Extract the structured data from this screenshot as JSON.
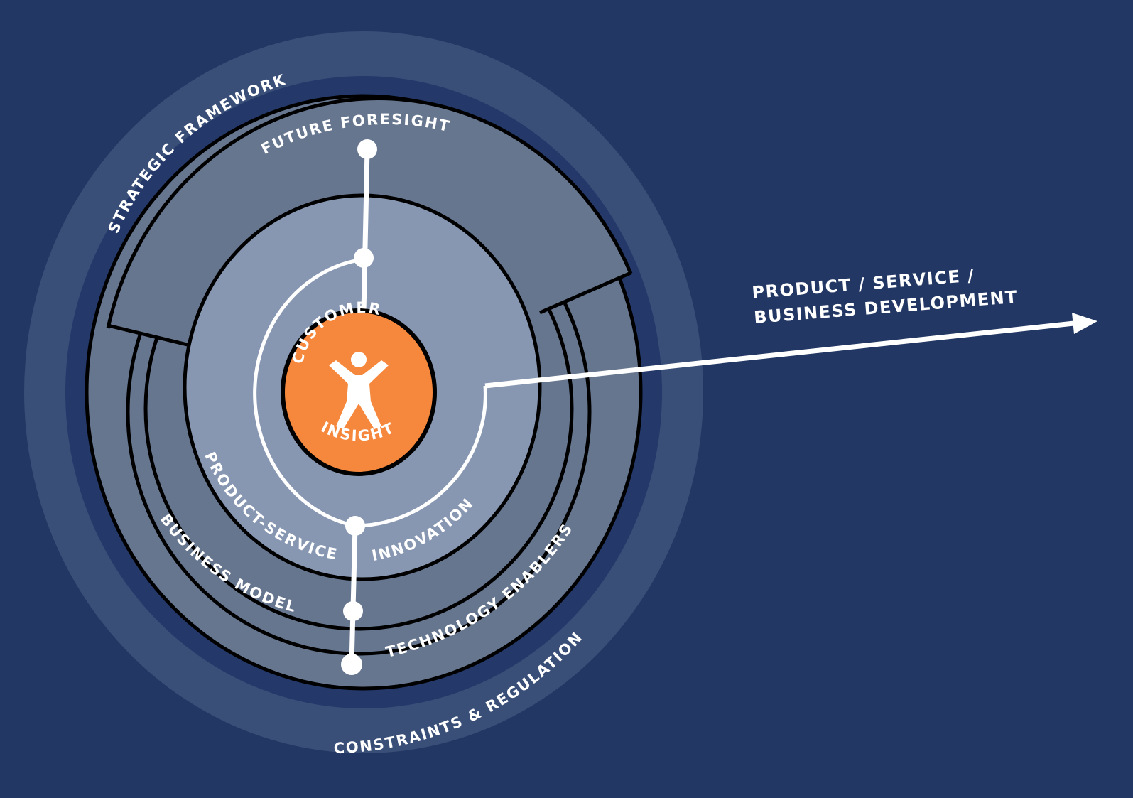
{
  "colors": {
    "background": "#223763",
    "halo": "#3a4f78",
    "dark_band": "#24396a",
    "outer_rings": "#66768f",
    "inner_disc": "#8797b2",
    "outline": "#000000",
    "center": "#f5883c",
    "line": "#ffffff"
  },
  "labels": {
    "strategic_framework": "STRATEGIC FRAMEWORK",
    "future_foresight": "FUTURE FORESIGHT",
    "customer": "CUSTOMER",
    "insight": "INSIGHT",
    "product_service": "PRODUCT-SERVICE",
    "innovation": "INNOVATION",
    "business_model": "BUSINESS MODEL",
    "technology_enablers": "TECHNOLOGY ENABLERS",
    "constraints_regulation": "CONSTRAINTS & REGULATION",
    "arrow_line1": "PRODUCT / SERVICE /",
    "arrow_line2": "BUSINESS DEVELOPMENT"
  },
  "icons": {
    "center_figure": "person-icon",
    "arrow_head": "arrow-right-icon"
  }
}
